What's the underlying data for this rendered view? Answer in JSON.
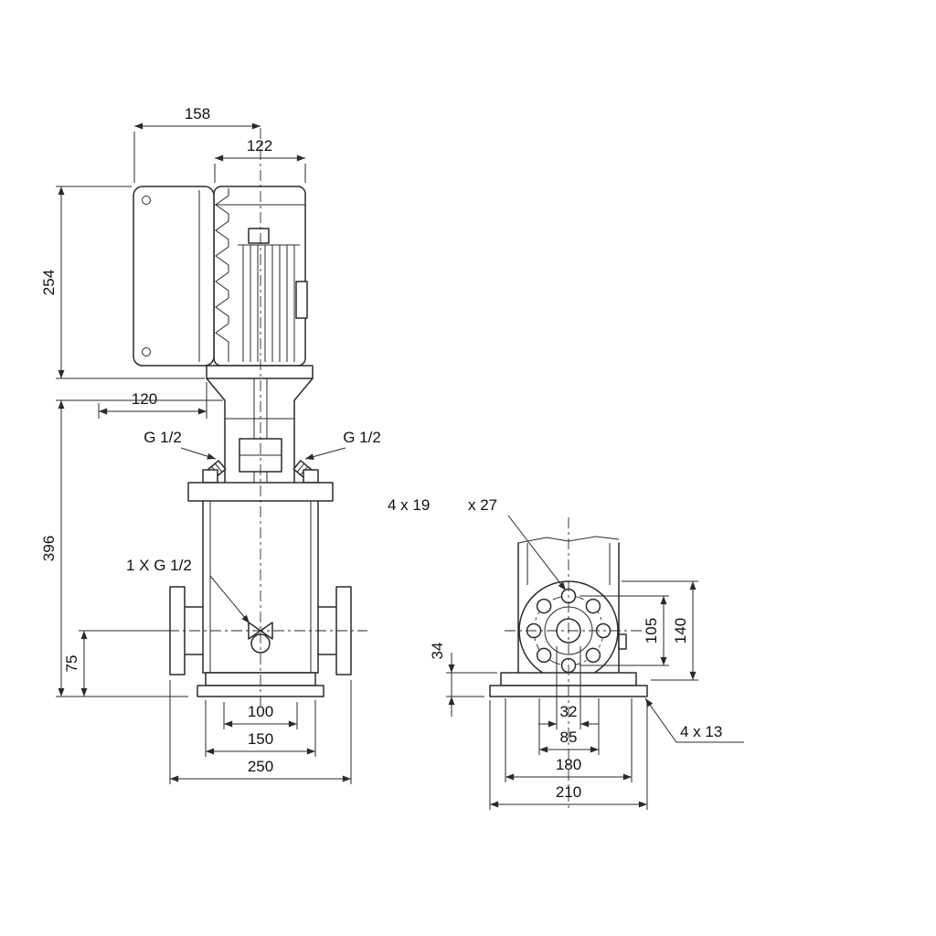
{
  "colors": {
    "background": "#ffffff",
    "line": "#2a2a2a",
    "text": "#111111"
  },
  "side_view": {
    "dim_terminal_box_width": "158",
    "dim_motor_width": "122",
    "dim_motor_height": "254",
    "dim_coupling_width": "120",
    "label_plug_left": "G 1/2",
    "label_plug_right": "G 1/2",
    "dim_pump_height": "396",
    "label_drain_plug": "1 X G 1/2",
    "dim_port_height": "75",
    "dim_port_span": "100",
    "dim_base_width": "150",
    "dim_flange_span": "250"
  },
  "end_view": {
    "label_flange_holes_a": "4 x 19",
    "label_flange_holes_b": "x 27",
    "dim_bolt_circle": "105",
    "dim_flange_od": "140",
    "dim_base_height": "34",
    "dim_bore": "32",
    "dim_hole_spacing": "85",
    "dim_base_hole_spacing": "180",
    "dim_base_width": "210",
    "label_base_holes": "4  x 13"
  }
}
